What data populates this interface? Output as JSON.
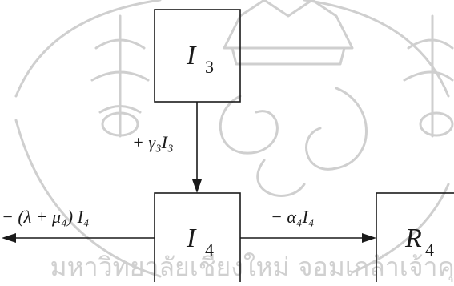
{
  "compartments": {
    "i3": {
      "symbol": "I",
      "sub": "3"
    },
    "i4": {
      "symbol": "I",
      "sub": "4"
    },
    "r4": {
      "symbol": "R",
      "sub": "4"
    }
  },
  "flows": {
    "i3_to_i4": {
      "label": "+ γ₃I₃"
    },
    "i4_to_r4": {
      "label": "− α₄I₄"
    },
    "i4_out": {
      "label": "− (λ + μ₄) I₄"
    }
  },
  "watermark": {
    "text": "มหาวิทยาลัยเชียงใหม่ จอมเกล้าเจ้าคุณ"
  },
  "colors": {
    "ink": "#1a1a1a",
    "watermark": "#cfcfcf"
  }
}
